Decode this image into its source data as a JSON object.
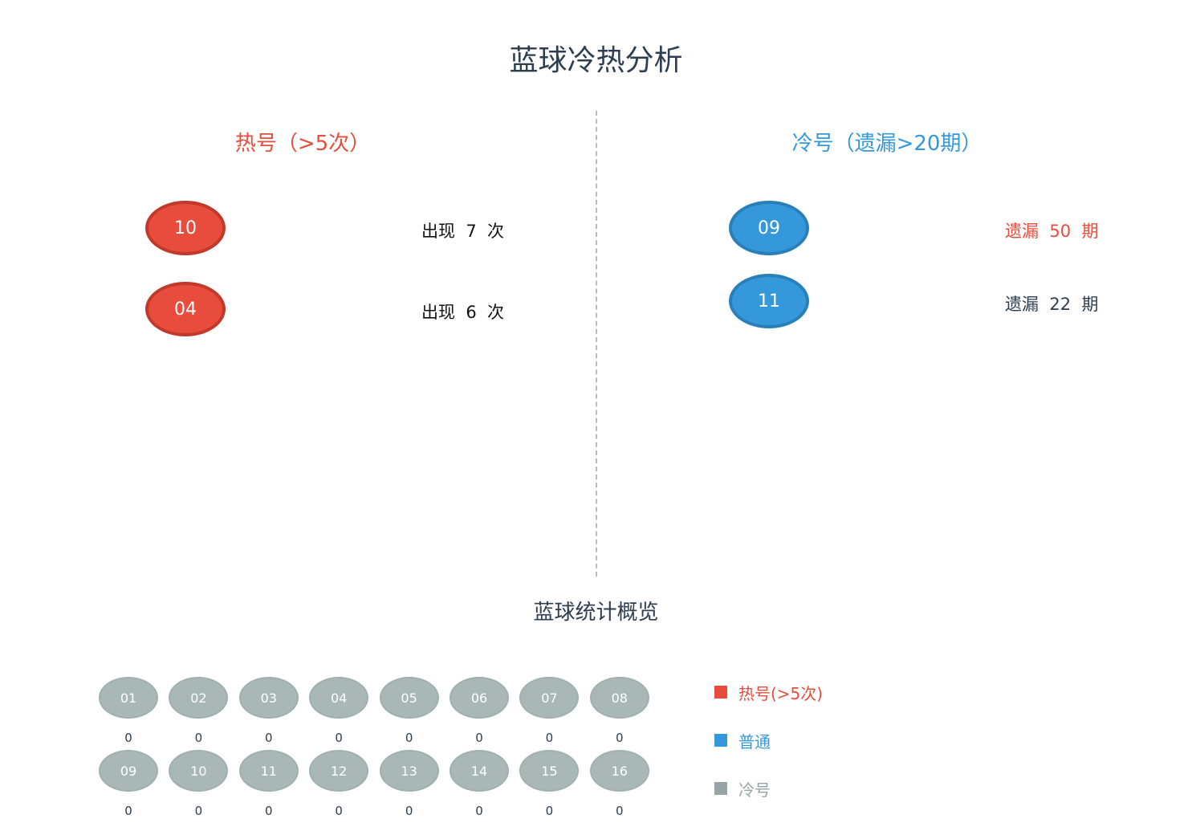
{
  "title": "蓝球冷热分析",
  "hot": {
    "heading": "热号（>5次）",
    "items": [
      {
        "num": "10",
        "text": "出现  7  次"
      },
      {
        "num": "04",
        "text": "出现  6  次"
      }
    ]
  },
  "cold": {
    "heading": "冷号（遗漏>20期）",
    "items": [
      {
        "num": "09",
        "text": "遗漏  50  期",
        "highlight": true
      },
      {
        "num": "11",
        "text": "遗漏  22  期",
        "highlight": false
      }
    ]
  },
  "overview": {
    "title": "蓝球统计概览",
    "balls": [
      {
        "num": "01",
        "count": "0"
      },
      {
        "num": "02",
        "count": "0"
      },
      {
        "num": "03",
        "count": "0"
      },
      {
        "num": "04",
        "count": "0"
      },
      {
        "num": "05",
        "count": "0"
      },
      {
        "num": "06",
        "count": "0"
      },
      {
        "num": "07",
        "count": "0"
      },
      {
        "num": "08",
        "count": "0"
      },
      {
        "num": "09",
        "count": "0"
      },
      {
        "num": "10",
        "count": "0"
      },
      {
        "num": "11",
        "count": "0"
      },
      {
        "num": "12",
        "count": "0"
      },
      {
        "num": "13",
        "count": "0"
      },
      {
        "num": "14",
        "count": "0"
      },
      {
        "num": "15",
        "count": "0"
      },
      {
        "num": "16",
        "count": "0"
      }
    ]
  },
  "legend": [
    {
      "label": "热号(>5次)",
      "color": "#e74c3c"
    },
    {
      "label": "普通",
      "color": "#3498db"
    },
    {
      "label": "冷号",
      "color": "#95a5a6"
    }
  ]
}
